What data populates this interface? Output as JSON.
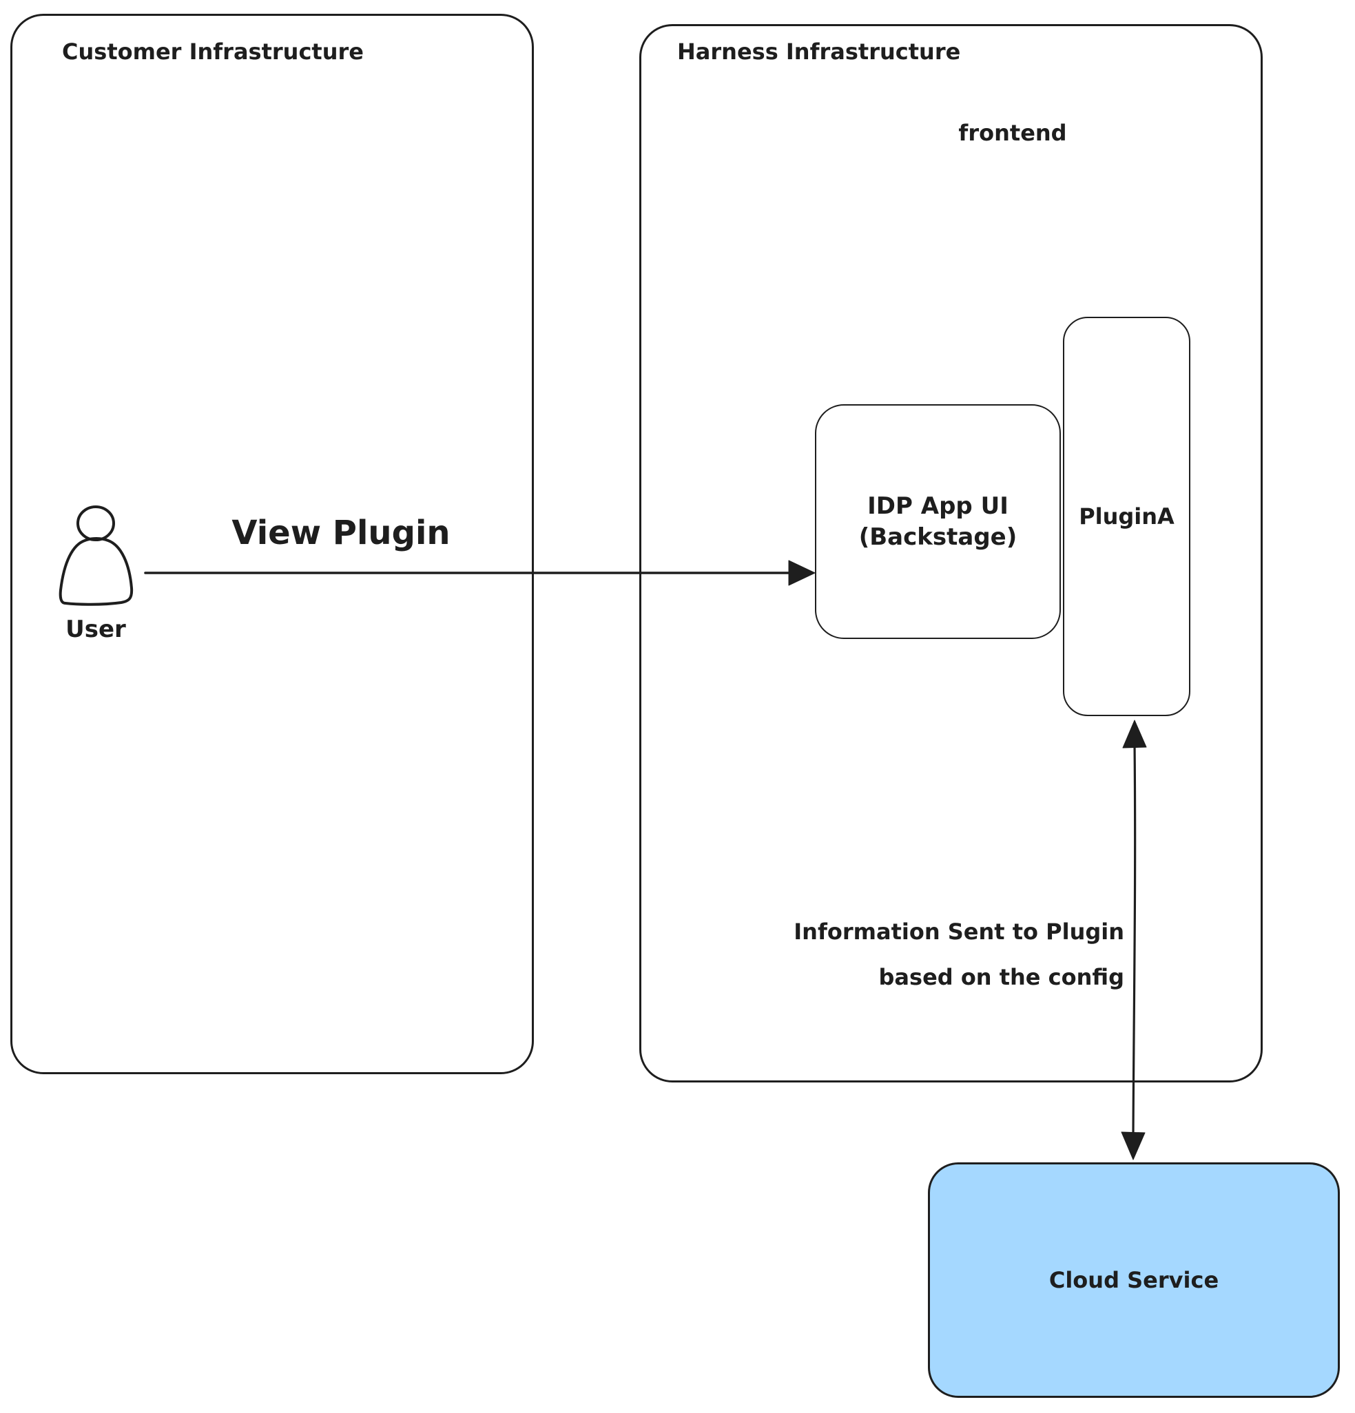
{
  "customer_box": {
    "title": "Customer Infrastructure"
  },
  "harness_box": {
    "title": "Harness Infrastructure",
    "sublabel": "frontend"
  },
  "user": {
    "label": "User"
  },
  "idp_box": {
    "line1": "IDP App UI",
    "line2": "(Backstage)"
  },
  "plugin_box": {
    "label": "PluginA"
  },
  "cloud_box": {
    "label": "Cloud Service"
  },
  "arrows": {
    "view_plugin_label": "View Plugin",
    "info_label_line1": "Information Sent to Plugin",
    "info_label_line2": "based on the config"
  },
  "colors": {
    "stroke": "#1e1e1e",
    "cloud_fill": "#a5d8ff",
    "hatch": "#ccd6e2"
  }
}
